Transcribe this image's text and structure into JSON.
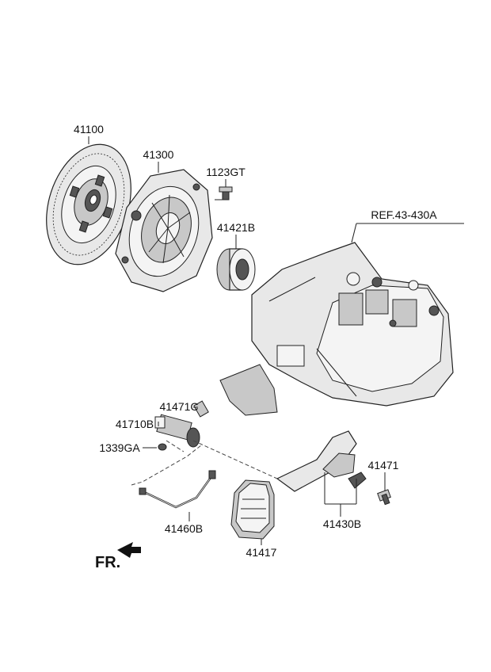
{
  "labels": {
    "disc": "41100",
    "cover": "41300",
    "bolt": "1123GT",
    "bearing": "41421B",
    "ref": "REF.43-430A",
    "sleeve": "41471C",
    "cylinder": "41710B",
    "clip": "1339GA",
    "pipe": "41460B",
    "boot": "41417",
    "fork": "41430B",
    "pivot": "41471"
  },
  "direction": "FR."
}
